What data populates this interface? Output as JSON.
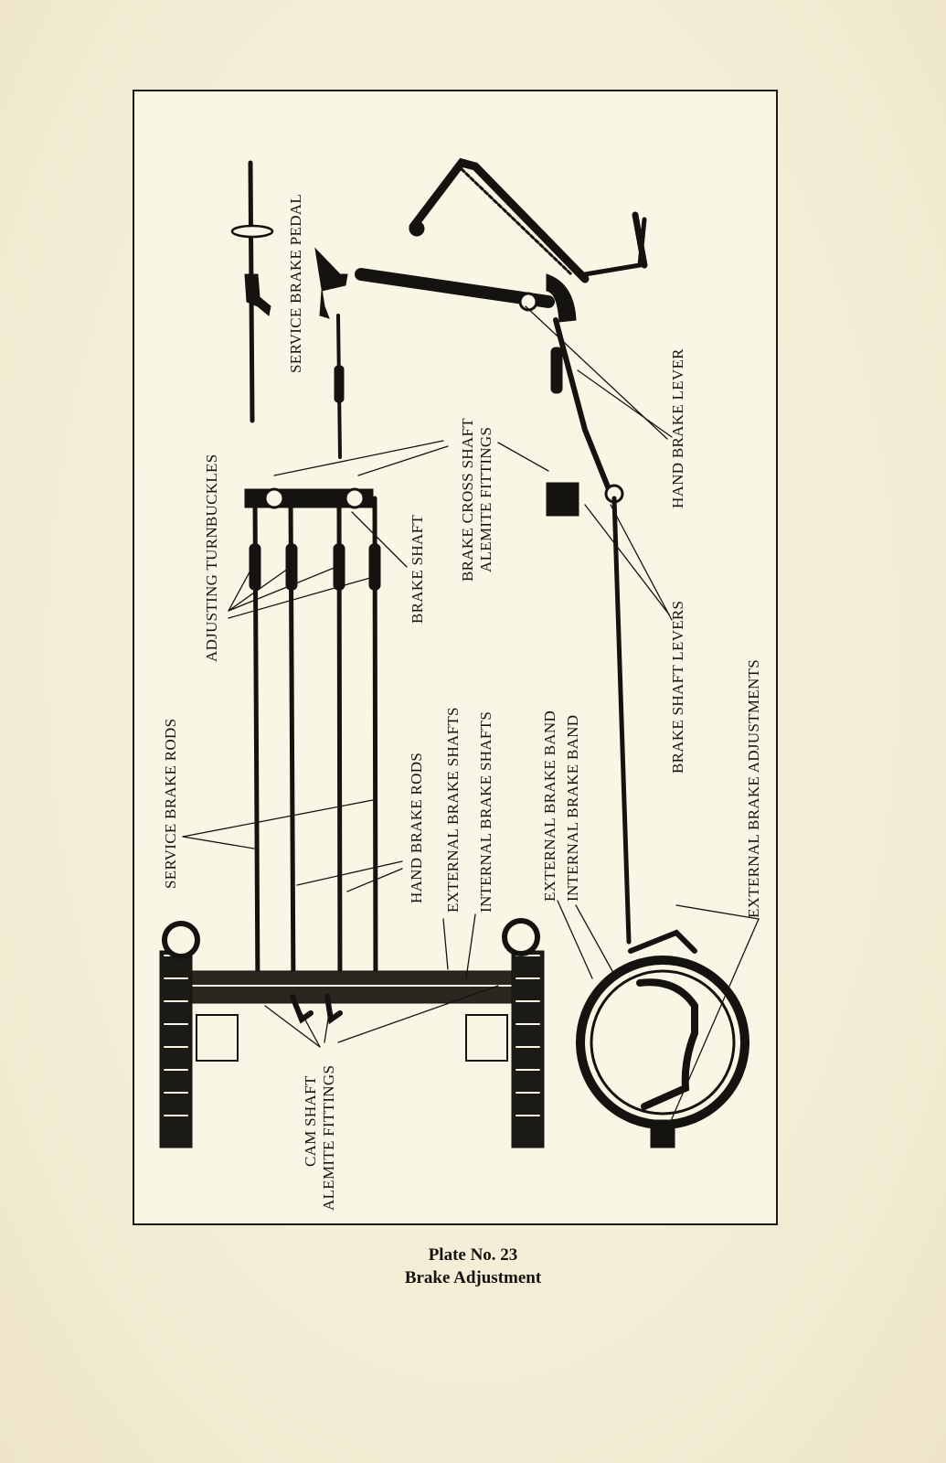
{
  "labels": {
    "service_brake_pedal": "SERVICE BRAKE PEDAL",
    "adjusting_turnbuckles": "ADJUSTING TURNBUCKLES",
    "brake_shaft": "BRAKE SHAFT",
    "brake_cross_shaft": "BRAKE CROSS SHAFT",
    "alemite_fittings": "ALEMITE FITTINGS",
    "hand_brake_lever": "HAND BRAKE LEVER",
    "brake_shaft_levers": "BRAKE SHAFT LEVERS",
    "service_brake_rods": "SERVICE BRAKE RODS",
    "hand_brake_rods": "HAND BRAKE RODS",
    "external_brake_shafts": "EXTERNAL BRAKE SHAFTS",
    "internal_brake_shafts": "INTERNAL BRAKE SHAFTS",
    "external_brake_band": "EXTERNAL BRAKE BAND",
    "internal_brake_band": "INTERNAL BRAKE  BAND",
    "external_brake_adjustments": "EXTERNAL BRAKE ADJUSTMENTS",
    "cam_shaft": "CAM SHAFT",
    "cam_alemite_fittings": "ALEMITE FITTINGS"
  },
  "caption": {
    "plate": "Plate No. 23",
    "title": "Brake Adjustment"
  },
  "colors": {
    "ink": "#15130f",
    "paper": "#f6f1dd"
  }
}
